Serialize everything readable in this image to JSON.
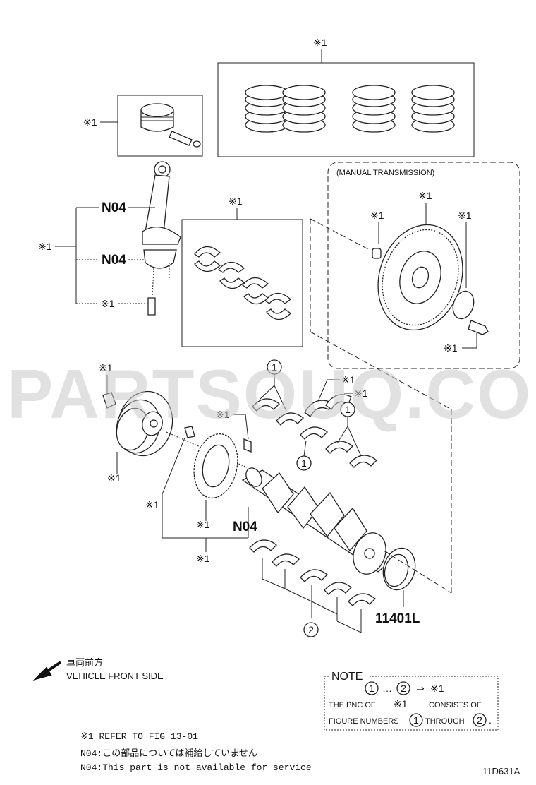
{
  "ref_mark": "※1",
  "callouts": {
    "one": "1",
    "two": "2"
  },
  "labels": {
    "manual_transmission": "(MANUAL TRANSMISSION)",
    "n04": "N04",
    "part_11401l": "11401L",
    "front_jp": "車両前方",
    "front_en": "VEHICLE FRONT SIDE",
    "figure_code": "11D631A"
  },
  "watermark": "PARTSOUQ.COM",
  "note": {
    "title": "NOTE",
    "range_sep": "…",
    "arrow": "⇒",
    "line2_a": "THE PNC OF",
    "line2_b": "CONSISTS OF",
    "line3_a": "FIGURE NUMBERS",
    "line3_b": "THROUGH",
    "line3_end": "."
  },
  "footer": {
    "refer": "※1 REFER TO FIG 13-01",
    "n04_jp": "N04:この部品については補給していません",
    "n04_en": "N04:This part is not available for service"
  },
  "colors": {
    "line": "#222222",
    "watermark": "#c9c9c9"
  }
}
